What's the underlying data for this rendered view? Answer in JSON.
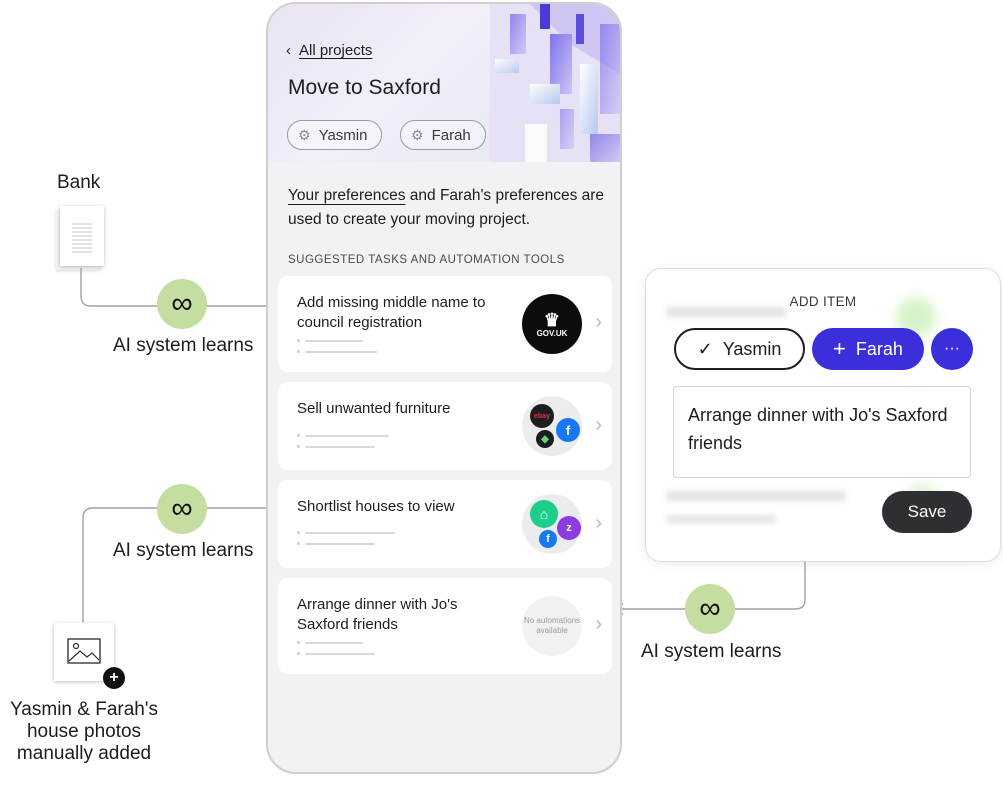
{
  "left": {
    "bank_label": "Bank",
    "learns_1": "AI system learns",
    "learns_2": "AI system learns",
    "photos_caption": "Yasmin & Farah's\nhouse photos\nmanually added"
  },
  "phone": {
    "back_link": "All projects",
    "title": "Move to Saxford",
    "chips": [
      "Yasmin",
      "Farah"
    ],
    "intro_link": "Your preferences",
    "intro_rest": " and Farah's preferences are used to create your moving project.",
    "section_label": "SUGGESTED TASKS AND AUTOMATION TOOLS",
    "tasks": [
      {
        "title": "Add missing middle name to council registration",
        "badge": "GOV.UK"
      },
      {
        "title": "Sell unwanted furniture",
        "badge_mini": "ebay"
      },
      {
        "title": "Shortlist houses to view"
      },
      {
        "title": "Arrange dinner with Jo's Saxford friends",
        "badge": "No automations available"
      }
    ]
  },
  "panel": {
    "title": "ADD ITEM",
    "pill_yasmin": "Yasmin",
    "pill_farah": "Farah",
    "pill_more": "···",
    "input_value": "Arrange dinner with Jo's Saxford friends",
    "save_label": "Save",
    "learns": "AI system learns"
  },
  "colors": {
    "learn_circle": "#c3dea0",
    "accent_purple": "#3b2fdb",
    "save_button": "#2f2f33"
  }
}
